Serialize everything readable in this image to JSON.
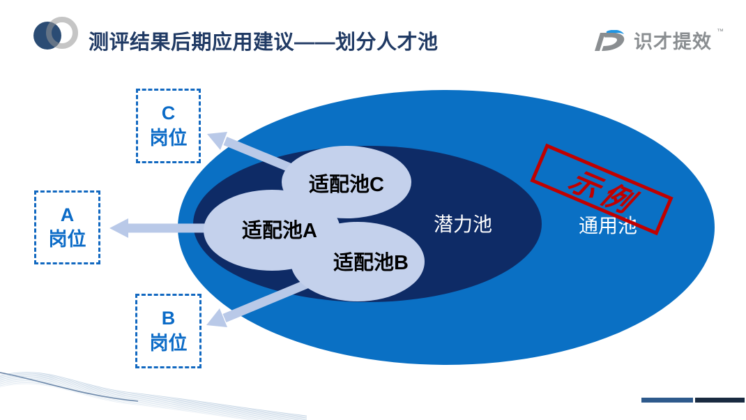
{
  "header": {
    "title": "测评结果后期应用建议——划分人才池"
  },
  "logo": {
    "name": "识才提效",
    "tm": "™"
  },
  "stamp": {
    "label": "示例",
    "color": "#C00000"
  },
  "diagram": {
    "outer_pool_label": "通用池",
    "inner_pool_label": "潜力池",
    "fit_pool_a_label": "适配池A",
    "fit_pool_b_label": "适配池B",
    "fit_pool_c_label": "适配池C",
    "colors": {
      "outer": "#0A70C4",
      "inner": "#0E2B66",
      "fit": "#C4D1EC",
      "arrow": "#B9C9E8"
    }
  },
  "position_boxes": [
    {
      "letter": "C",
      "label": "岗位"
    },
    {
      "letter": "A",
      "label": "岗位"
    },
    {
      "letter": "B",
      "label": "岗位"
    }
  ]
}
